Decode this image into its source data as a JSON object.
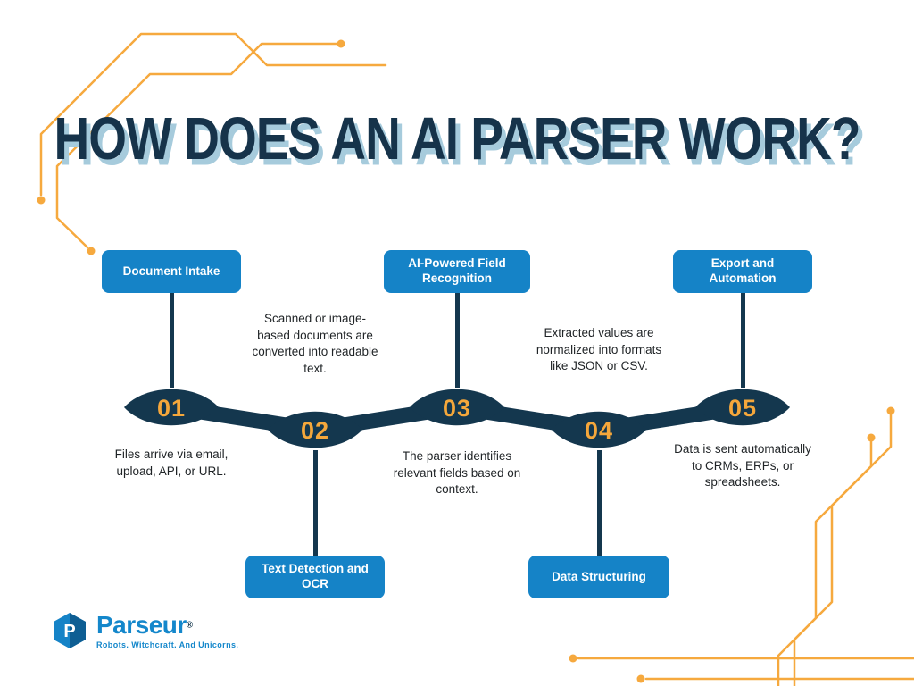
{
  "title": "HOW DOES AN AI PARSER WORK?",
  "steps": [
    {
      "number": "01",
      "label": "Document Intake",
      "description": "Files arrive via email, upload, API, or URL."
    },
    {
      "number": "02",
      "label": "Text Detection and OCR",
      "description": "Scanned or image-based documents are converted into readable text."
    },
    {
      "number": "03",
      "label": "AI-Powered Field Recognition",
      "description": "The parser identifies relevant fields based on context."
    },
    {
      "number": "04",
      "label": "Data Structuring",
      "description": "Extracted values are normalized into formats like JSON or CSV."
    },
    {
      "number": "05",
      "label": "Export and Automation",
      "description": "Data is sent automatically to CRMs, ERPs, or spreadsheets."
    }
  ],
  "brand": {
    "name": "Parseur",
    "registered": "®",
    "tagline": "Robots. Witchcraft. And Unicorns.",
    "icon": "hexagon-p-logo",
    "logo_letter": "P"
  },
  "colors": {
    "navy": "#14374E",
    "blue": "#1583C7",
    "orange": "#F5A73B",
    "title_text": "#16334A",
    "title_shadow": "#A6CBDC",
    "body_text": "#1f2326",
    "background": "#FFFFFF"
  }
}
